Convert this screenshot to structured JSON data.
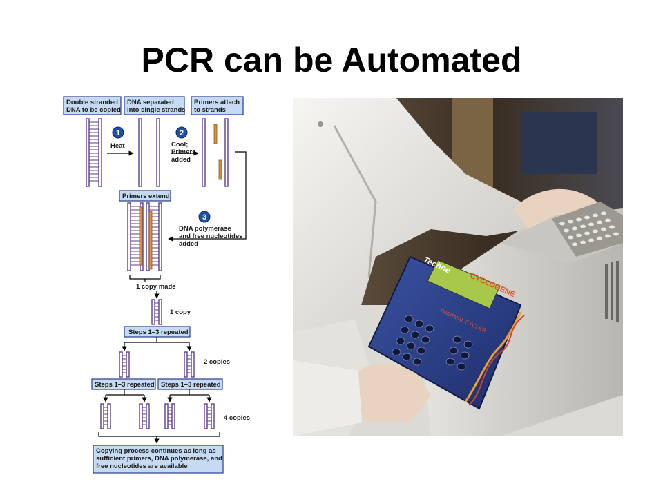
{
  "slide": {
    "title": "PCR can be Automated"
  },
  "diagram": {
    "top_labels": [
      "Double stranded\nDNA to be copied",
      "DNA separated\ninto single strands",
      "Primers attach\nto strands"
    ],
    "step1": {
      "num": "1",
      "label": "Heat"
    },
    "step2": {
      "num": "2",
      "label": "Cool;\nPrimers\nadded"
    },
    "step3": {
      "num": "3",
      "label": "DNA polymerase\nand free nucleotides\nadded"
    },
    "primers_extend": "Primers extend",
    "one_copy_made": "1 copy made",
    "one_copy": "1 copy",
    "steps_repeated": "Steps 1–3 repeated",
    "two_copies": "2 copies",
    "four_copies": "4 copies",
    "final_box": "Copying process continues as long as\nsufficient primers, DNA polymerase, and\nfree nucleotides are available"
  },
  "photo": {
    "brand": "Techne",
    "product": "CYCLOGENE",
    "subtitle": "THERMAL CYCLER",
    "colors": {
      "device_body": "#d8d6d0",
      "panel": "#2b3f8c",
      "lcd": "#a8c84a",
      "coat": "#eceae6",
      "background": "#3a2e22"
    }
  }
}
